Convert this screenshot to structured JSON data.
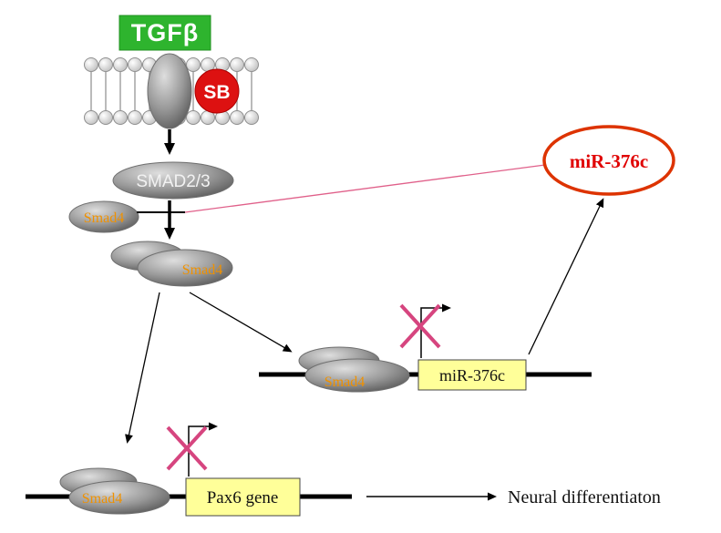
{
  "labels": {
    "tgfb": "TGFβ",
    "sb": "SB",
    "smad23": "SMAD2/3",
    "smad4": "Smad4",
    "mir376c": "miR-376c",
    "mir376c_gene": "miR-376c",
    "pax6_gene": "Pax6 gene",
    "neural": "Neural differentiaton"
  },
  "colors": {
    "tgfb_green": "#2eb42e",
    "sb_red": "#dd1111",
    "smad4_orange": "#ef9100",
    "mir_red": "#e00000",
    "ellipse_red": "#dd3300",
    "cross_pink": "#d6457f",
    "inhibit_pink": "#e0608a",
    "gene_yellow": "#ffff99"
  }
}
